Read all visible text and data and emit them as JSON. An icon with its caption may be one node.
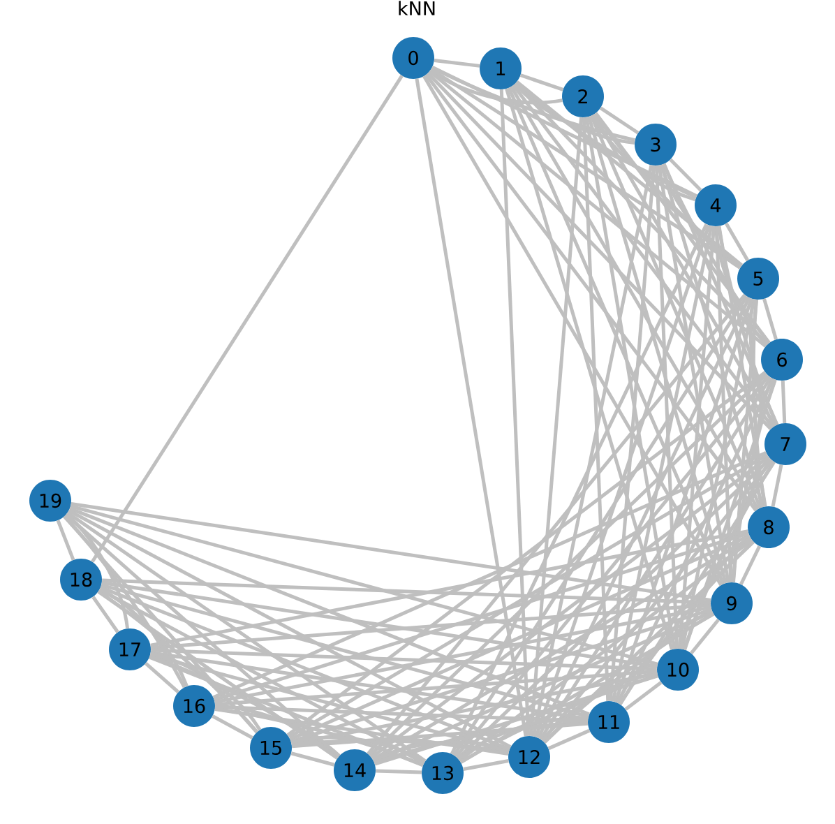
{
  "diagram": {
    "title": "kNN",
    "nodes": [
      {
        "text": [
          "0"
        ]
      },
      {
        "text": [
          "1"
        ]
      },
      {
        "text": [
          "2"
        ]
      },
      {
        "text": [
          "3"
        ]
      },
      {
        "text": [
          "4"
        ]
      },
      {
        "text": [
          "5"
        ]
      },
      {
        "text": [
          "6"
        ]
      },
      {
        "text": [
          "7"
        ]
      },
      {
        "text": [
          "8"
        ]
      },
      {
        "text": [
          "9"
        ]
      },
      {
        "text": [
          "10"
        ]
      },
      {
        "text": [
          "11"
        ]
      },
      {
        "text": [
          "12"
        ]
      },
      {
        "text": [
          "13"
        ]
      },
      {
        "text": [
          "14"
        ]
      },
      {
        "text": [
          "15"
        ]
      },
      {
        "text": [
          "16"
        ]
      },
      {
        "text": [
          "17"
        ]
      },
      {
        "text": [
          "18"
        ]
      },
      {
        "text": [
          "19"
        ]
      }
    ],
    "edges": [
      {
        "from": 0,
        "to": 1,
        "arrow": "none"
      },
      {
        "from": 0,
        "to": 2,
        "arrow": "none"
      },
      {
        "from": 0,
        "to": 3,
        "arrow": "none"
      },
      {
        "from": 0,
        "to": 4,
        "arrow": "none"
      },
      {
        "from": 0,
        "to": 5,
        "arrow": "none"
      },
      {
        "from": 0,
        "to": 6,
        "arrow": "none"
      },
      {
        "from": 0,
        "to": 7,
        "arrow": "none"
      },
      {
        "from": 0,
        "to": 8,
        "arrow": "none"
      },
      {
        "from": 0,
        "to": 9,
        "arrow": "none"
      },
      {
        "from": 0,
        "to": 12,
        "arrow": "none"
      },
      {
        "from": 0,
        "to": 18,
        "arrow": "none"
      },
      {
        "from": 1,
        "to": 2,
        "arrow": "none"
      },
      {
        "from": 1,
        "to": 3,
        "arrow": "none"
      },
      {
        "from": 1,
        "to": 4,
        "arrow": "none"
      },
      {
        "from": 1,
        "to": 5,
        "arrow": "none"
      },
      {
        "from": 1,
        "to": 6,
        "arrow": "none"
      },
      {
        "from": 1,
        "to": 7,
        "arrow": "none"
      },
      {
        "from": 1,
        "to": 8,
        "arrow": "none"
      },
      {
        "from": 1,
        "to": 9,
        "arrow": "none"
      },
      {
        "from": 1,
        "to": 10,
        "arrow": "none"
      },
      {
        "from": 1,
        "to": 12,
        "arrow": "none"
      },
      {
        "from": 2,
        "to": 3,
        "arrow": "none"
      },
      {
        "from": 2,
        "to": 4,
        "arrow": "none"
      },
      {
        "from": 2,
        "to": 5,
        "arrow": "none"
      },
      {
        "from": 2,
        "to": 6,
        "arrow": "none"
      },
      {
        "from": 2,
        "to": 7,
        "arrow": "none"
      },
      {
        "from": 2,
        "to": 8,
        "arrow": "none"
      },
      {
        "from": 2,
        "to": 9,
        "arrow": "none"
      },
      {
        "from": 2,
        "to": 10,
        "arrow": "none"
      },
      {
        "from": 2,
        "to": 11,
        "arrow": "none"
      },
      {
        "from": 2,
        "to": 12,
        "arrow": "none"
      },
      {
        "from": 3,
        "to": 4,
        "arrow": "none"
      },
      {
        "from": 3,
        "to": 5,
        "arrow": "none"
      },
      {
        "from": 3,
        "to": 6,
        "arrow": "none"
      },
      {
        "from": 3,
        "to": 7,
        "arrow": "none"
      },
      {
        "from": 3,
        "to": 8,
        "arrow": "none"
      },
      {
        "from": 3,
        "to": 9,
        "arrow": "none"
      },
      {
        "from": 3,
        "to": 10,
        "arrow": "none"
      },
      {
        "from": 3,
        "to": 11,
        "arrow": "none"
      },
      {
        "from": 3,
        "to": 12,
        "arrow": "none"
      },
      {
        "from": 4,
        "to": 5,
        "arrow": "none"
      },
      {
        "from": 4,
        "to": 6,
        "arrow": "none"
      },
      {
        "from": 4,
        "to": 7,
        "arrow": "none"
      },
      {
        "from": 4,
        "to": 8,
        "arrow": "none"
      },
      {
        "from": 4,
        "to": 9,
        "arrow": "none"
      },
      {
        "from": 4,
        "to": 10,
        "arrow": "none"
      },
      {
        "from": 4,
        "to": 11,
        "arrow": "none"
      },
      {
        "from": 4,
        "to": 12,
        "arrow": "none"
      },
      {
        "from": 4,
        "to": 13,
        "arrow": "none"
      },
      {
        "from": 5,
        "to": 6,
        "arrow": "none"
      },
      {
        "from": 5,
        "to": 7,
        "arrow": "none"
      },
      {
        "from": 5,
        "to": 8,
        "arrow": "none"
      },
      {
        "from": 5,
        "to": 9,
        "arrow": "none"
      },
      {
        "from": 5,
        "to": 10,
        "arrow": "none"
      },
      {
        "from": 5,
        "to": 11,
        "arrow": "none"
      },
      {
        "from": 5,
        "to": 12,
        "arrow": "none"
      },
      {
        "from": 5,
        "to": 13,
        "arrow": "none"
      },
      {
        "from": 5,
        "to": 14,
        "arrow": "none"
      },
      {
        "from": 6,
        "to": 7,
        "arrow": "none"
      },
      {
        "from": 6,
        "to": 8,
        "arrow": "none"
      },
      {
        "from": 6,
        "to": 9,
        "arrow": "none"
      },
      {
        "from": 6,
        "to": 10,
        "arrow": "none"
      },
      {
        "from": 6,
        "to": 11,
        "arrow": "none"
      },
      {
        "from": 6,
        "to": 12,
        "arrow": "none"
      },
      {
        "from": 6,
        "to": 13,
        "arrow": "none"
      },
      {
        "from": 6,
        "to": 14,
        "arrow": "none"
      },
      {
        "from": 6,
        "to": 15,
        "arrow": "none"
      },
      {
        "from": 7,
        "to": 8,
        "arrow": "none"
      },
      {
        "from": 7,
        "to": 9,
        "arrow": "none"
      },
      {
        "from": 7,
        "to": 10,
        "arrow": "none"
      },
      {
        "from": 7,
        "to": 11,
        "arrow": "none"
      },
      {
        "from": 7,
        "to": 12,
        "arrow": "none"
      },
      {
        "from": 7,
        "to": 13,
        "arrow": "none"
      },
      {
        "from": 7,
        "to": 14,
        "arrow": "none"
      },
      {
        "from": 7,
        "to": 15,
        "arrow": "none"
      },
      {
        "from": 7,
        "to": 16,
        "arrow": "none"
      },
      {
        "from": 8,
        "to": 9,
        "arrow": "none"
      },
      {
        "from": 8,
        "to": 10,
        "arrow": "none"
      },
      {
        "from": 8,
        "to": 11,
        "arrow": "none"
      },
      {
        "from": 8,
        "to": 12,
        "arrow": "none"
      },
      {
        "from": 8,
        "to": 13,
        "arrow": "none"
      },
      {
        "from": 8,
        "to": 14,
        "arrow": "none"
      },
      {
        "from": 8,
        "to": 15,
        "arrow": "none"
      },
      {
        "from": 8,
        "to": 16,
        "arrow": "none"
      },
      {
        "from": 8,
        "to": 17,
        "arrow": "none"
      },
      {
        "from": 9,
        "to": 10,
        "arrow": "none"
      },
      {
        "from": 9,
        "to": 11,
        "arrow": "none"
      },
      {
        "from": 9,
        "to": 12,
        "arrow": "none"
      },
      {
        "from": 9,
        "to": 13,
        "arrow": "none"
      },
      {
        "from": 9,
        "to": 14,
        "arrow": "none"
      },
      {
        "from": 9,
        "to": 15,
        "arrow": "none"
      },
      {
        "from": 9,
        "to": 16,
        "arrow": "none"
      },
      {
        "from": 9,
        "to": 17,
        "arrow": "none"
      },
      {
        "from": 9,
        "to": 18,
        "arrow": "none"
      },
      {
        "from": 9,
        "to": 19,
        "arrow": "none"
      },
      {
        "from": 10,
        "to": 11,
        "arrow": "none"
      },
      {
        "from": 10,
        "to": 12,
        "arrow": "none"
      },
      {
        "from": 10,
        "to": 13,
        "arrow": "none"
      },
      {
        "from": 10,
        "to": 14,
        "arrow": "none"
      },
      {
        "from": 10,
        "to": 15,
        "arrow": "none"
      },
      {
        "from": 10,
        "to": 16,
        "arrow": "none"
      },
      {
        "from": 10,
        "to": 17,
        "arrow": "none"
      },
      {
        "from": 10,
        "to": 18,
        "arrow": "none"
      },
      {
        "from": 10,
        "to": 19,
        "arrow": "none"
      },
      {
        "from": 11,
        "to": 12,
        "arrow": "none"
      },
      {
        "from": 11,
        "to": 13,
        "arrow": "none"
      },
      {
        "from": 11,
        "to": 14,
        "arrow": "none"
      },
      {
        "from": 11,
        "to": 15,
        "arrow": "none"
      },
      {
        "from": 11,
        "to": 16,
        "arrow": "none"
      },
      {
        "from": 11,
        "to": 17,
        "arrow": "none"
      },
      {
        "from": 11,
        "to": 18,
        "arrow": "none"
      },
      {
        "from": 11,
        "to": 19,
        "arrow": "none"
      },
      {
        "from": 12,
        "to": 13,
        "arrow": "none"
      },
      {
        "from": 12,
        "to": 14,
        "arrow": "none"
      },
      {
        "from": 12,
        "to": 15,
        "arrow": "none"
      },
      {
        "from": 12,
        "to": 16,
        "arrow": "none"
      },
      {
        "from": 12,
        "to": 17,
        "arrow": "none"
      },
      {
        "from": 12,
        "to": 18,
        "arrow": "none"
      },
      {
        "from": 12,
        "to": 19,
        "arrow": "none"
      },
      {
        "from": 13,
        "to": 14,
        "arrow": "none"
      },
      {
        "from": 13,
        "to": 15,
        "arrow": "none"
      },
      {
        "from": 13,
        "to": 16,
        "arrow": "none"
      },
      {
        "from": 13,
        "to": 17,
        "arrow": "none"
      },
      {
        "from": 13,
        "to": 18,
        "arrow": "none"
      },
      {
        "from": 13,
        "to": 19,
        "arrow": "none"
      },
      {
        "from": 14,
        "to": 15,
        "arrow": "none"
      },
      {
        "from": 14,
        "to": 16,
        "arrow": "none"
      },
      {
        "from": 14,
        "to": 17,
        "arrow": "none"
      },
      {
        "from": 14,
        "to": 18,
        "arrow": "none"
      },
      {
        "from": 14,
        "to": 19,
        "arrow": "none"
      },
      {
        "from": 15,
        "to": 16,
        "arrow": "none"
      },
      {
        "from": 15,
        "to": 17,
        "arrow": "none"
      },
      {
        "from": 15,
        "to": 18,
        "arrow": "none"
      },
      {
        "from": 15,
        "to": 19,
        "arrow": "none"
      },
      {
        "from": 16,
        "to": 17,
        "arrow": "none"
      },
      {
        "from": 16,
        "to": 18,
        "arrow": "none"
      },
      {
        "from": 16,
        "to": 19,
        "arrow": "none"
      },
      {
        "from": 17,
        "to": 18,
        "arrow": "none"
      },
      {
        "from": 17,
        "to": 19,
        "arrow": "none"
      },
      {
        "from": 18,
        "to": 19,
        "arrow": "none"
      }
    ]
  }
}
